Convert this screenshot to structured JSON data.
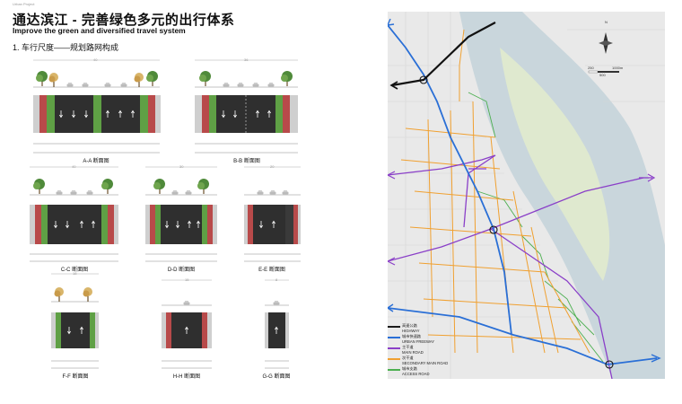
{
  "header": {
    "top_tag": "Urban Project",
    "title_cn": "通达滨江 - 完善绿色多元的出行体系",
    "title_en": "Improve the green and diversified travel system",
    "subtitle": "1. 车行尺度——规划路网构成"
  },
  "sections": [
    {
      "id": "A",
      "label": "A-A 断面图",
      "total": "40"
    },
    {
      "id": "B",
      "label": "B-B 断面图",
      "total": "36"
    },
    {
      "id": "C",
      "label": "C-C 断面图",
      "total": "40"
    },
    {
      "id": "D",
      "label": "D-D 断面图",
      "total": "30"
    },
    {
      "id": "E",
      "label": "E-E 断面图",
      "total": "20"
    },
    {
      "id": "F",
      "label": "F-F 断面图",
      "total": "18"
    },
    {
      "id": "H",
      "label": "H-H 断面图",
      "total": "15"
    },
    {
      "id": "G",
      "label": "G-G 断面图",
      "total": "8"
    }
  ],
  "map": {
    "north_label": "N",
    "scale_labels": [
      "250",
      "1000m",
      "500"
    ],
    "legend": [
      {
        "cn": "高速公路",
        "en": "HIGHWAY",
        "color": "#1a1a1a"
      },
      {
        "cn": "城市快速路",
        "en": "URBAN FREEWAY",
        "color": "#2a6fd6"
      },
      {
        "cn": "主干道",
        "en": "MAIN ROAD",
        "color": "#8a3fc8"
      },
      {
        "cn": "次干道",
        "en": "SECONDARY MAIN ROAD",
        "color": "#f0a030"
      },
      {
        "cn": "城市支路",
        "en": "ACCESS ROAD",
        "color": "#4caf50"
      }
    ]
  }
}
